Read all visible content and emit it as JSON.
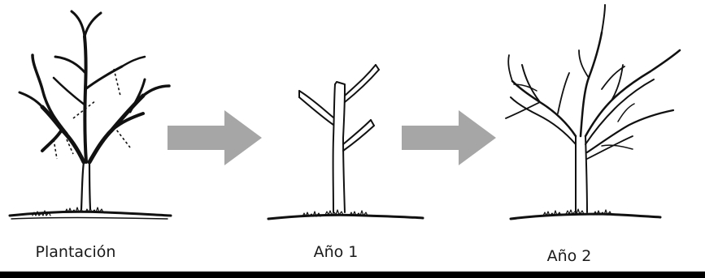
{
  "stages": [
    {
      "id": "plantation",
      "label": "Plantación"
    },
    {
      "id": "year1",
      "label": "Año 1"
    },
    {
      "id": "year2",
      "label": "Año 2"
    }
  ],
  "colors": {
    "arrow": "#a6a6a6",
    "ink": "#111111",
    "rule": "#000000"
  },
  "icons": [
    "pruning-cut-mark-icon",
    "right-arrow-icon"
  ]
}
